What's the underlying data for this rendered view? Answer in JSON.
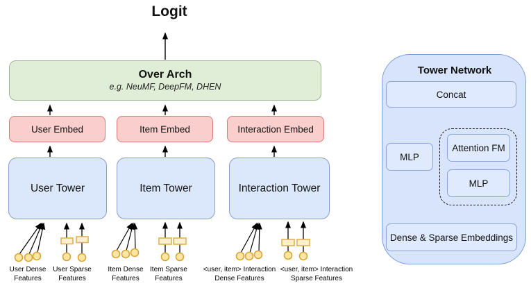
{
  "left_diagram": {
    "logit_label": "Logit",
    "over_arch": {
      "title": "Over Arch",
      "subtitle": "e.g. NeuMF, DeepFM, DHEN"
    },
    "embeds": [
      {
        "label": "User Embed"
      },
      {
        "label": "Item Embed"
      },
      {
        "label": "Interaction Embed"
      }
    ],
    "towers": [
      {
        "label": "User Tower"
      },
      {
        "label": "Item Tower"
      },
      {
        "label": "Interaction Tower"
      }
    ],
    "features": [
      {
        "lines": [
          "User Dense",
          "Features"
        ]
      },
      {
        "lines": [
          "User Sparse",
          "Features"
        ]
      },
      {
        "lines": [
          "Item Dense",
          "Features"
        ]
      },
      {
        "lines": [
          "Item Sparse",
          "Features"
        ]
      },
      {
        "lines": [
          "<user, item> Interaction",
          "Dense Features"
        ]
      },
      {
        "lines": [
          "<user, item> Interaction",
          "Sparse Features"
        ]
      }
    ]
  },
  "tower_network": {
    "title": "Tower Network",
    "concat_label": "Concat",
    "mlp_label": "MLP",
    "attention_fm_label": "Attention FM",
    "inner_mlp_label": "MLP",
    "embeddings_label": "Dense & Sparse Embeddings"
  },
  "colors": {
    "over_arch_fill": "#e0eed7",
    "over_arch_stroke": "#9fb894",
    "embed_fill": "#f9cecd",
    "embed_stroke": "#dd7a73",
    "tower_fill": "#dbe7fa",
    "tower_stroke": "#8a9cc9",
    "tower_network_fill": "#d7e4fb",
    "tower_network_stroke": "#7d9fdb",
    "inner_box_fill": "#dfeafe",
    "inner_box_stroke": "#8aa5d9",
    "feature_node_fill": "#fce7a2",
    "feature_node_stroke": "#d9a43b",
    "sparse_rect_fill": "#faefcf",
    "sparse_rect_stroke": "#dfb44f",
    "arrow_color": "#000000"
  }
}
